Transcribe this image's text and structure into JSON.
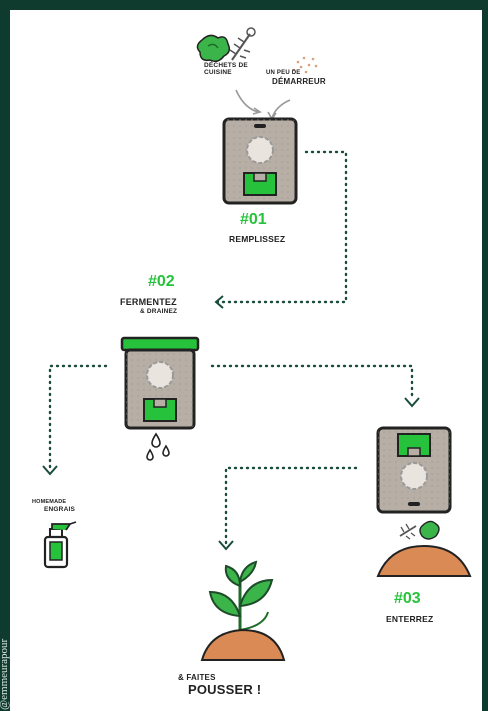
{
  "side_text": "@emmeurapour",
  "ingredients": {
    "waste": "DÉCHETS DE CUISINE",
    "starter_small": "UN PEU DE",
    "starter_big": "DÉMARREUR"
  },
  "steps": [
    {
      "num": "#01",
      "label": "REMPLISSEZ",
      "sub": ""
    },
    {
      "num": "#02",
      "label": "FERMENTEZ",
      "sub": "& DRAINEZ"
    },
    {
      "num": "#03",
      "label": "ENTERREZ",
      "sub": ""
    }
  ],
  "fertilizer": {
    "line1": "HOMEMADE",
    "line2": "ENGRAIS"
  },
  "final": {
    "line1": "& FAITES",
    "line2": "POUSSER !"
  },
  "colors": {
    "frame": "#0f3a2e",
    "green": "#27c23b",
    "bin": "#b7afa6",
    "soil": "#d98a55"
  }
}
